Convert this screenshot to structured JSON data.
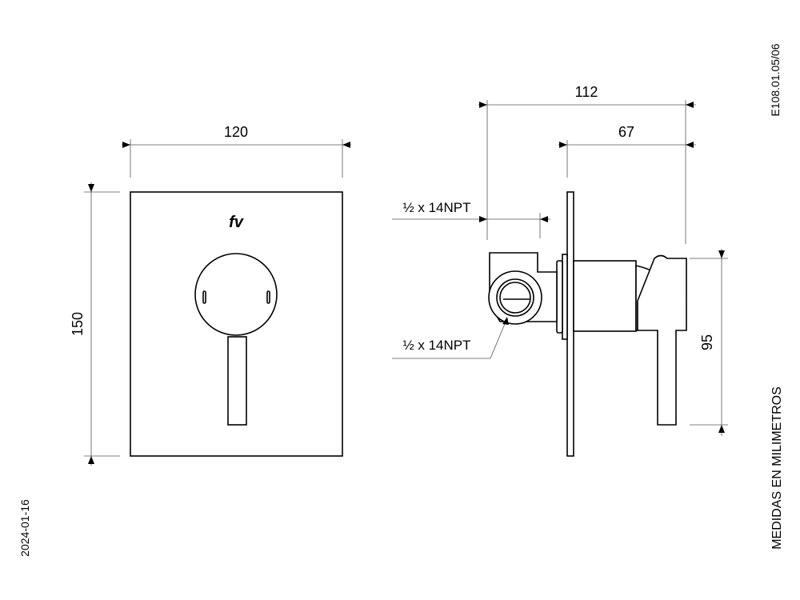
{
  "drawing": {
    "code": "E108.01.05/06",
    "date": "2024-01-16",
    "units_note": "MEDIDAS EN MILIMETROS",
    "logo": "fv"
  },
  "front_view": {
    "width_label": "120",
    "height_label": "150"
  },
  "side_view": {
    "total_depth_label": "112",
    "projection_label": "67",
    "lever_height_label": "95",
    "inlet_label_top": "½ x 14NPT",
    "inlet_label_bottom": "½ x 14NPT"
  }
}
